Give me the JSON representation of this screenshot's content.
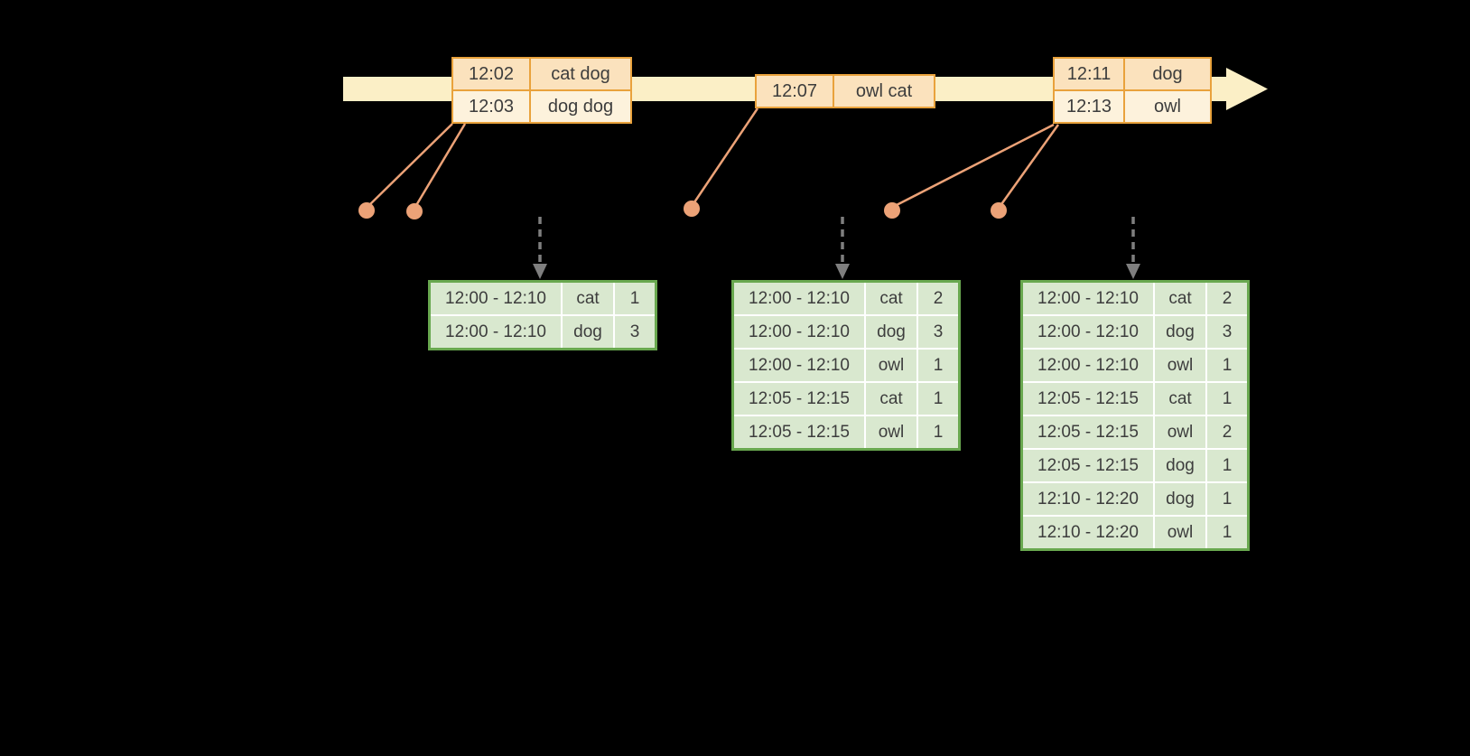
{
  "colors": {
    "background": "#000000",
    "timeline_fill": "#FBEFC6",
    "event_border": "#E9A23C",
    "event_row_odd": "#FBE2BD",
    "event_row_even": "#FDF2DC",
    "connector": "#ECA277",
    "result_border": "#69A84F",
    "result_cell": "#D9E8CF",
    "arrow_gray": "#7F7F7F",
    "text": "#3D3D3D"
  },
  "event_tables": [
    {
      "rows": [
        [
          "12:02",
          "cat dog"
        ],
        [
          "12:03",
          "dog dog"
        ]
      ]
    },
    {
      "rows": [
        [
          "12:07",
          "owl cat"
        ]
      ]
    },
    {
      "rows": [
        [
          "12:11",
          "dog"
        ],
        [
          "12:13",
          "owl"
        ]
      ]
    }
  ],
  "result_tables": [
    {
      "rows": [
        [
          "12:00 - 12:10",
          "cat",
          "1"
        ],
        [
          "12:00 - 12:10",
          "dog",
          "3"
        ]
      ]
    },
    {
      "rows": [
        [
          "12:00 - 12:10",
          "cat",
          "2"
        ],
        [
          "12:00 - 12:10",
          "dog",
          "3"
        ],
        [
          "12:00 - 12:10",
          "owl",
          "1"
        ],
        [
          "12:05 - 12:15",
          "cat",
          "1"
        ],
        [
          "12:05 - 12:15",
          "owl",
          "1"
        ]
      ]
    },
    {
      "rows": [
        [
          "12:00 - 12:10",
          "cat",
          "2"
        ],
        [
          "12:00 - 12:10",
          "dog",
          "3"
        ],
        [
          "12:00 - 12:10",
          "owl",
          "1"
        ],
        [
          "12:05 - 12:15",
          "cat",
          "1"
        ],
        [
          "12:05 - 12:15",
          "owl",
          "2"
        ],
        [
          "12:05 - 12:15",
          "dog",
          "1"
        ],
        [
          "12:10 - 12:20",
          "dog",
          "1"
        ],
        [
          "12:10 - 12:20",
          "owl",
          "1"
        ]
      ]
    }
  ]
}
